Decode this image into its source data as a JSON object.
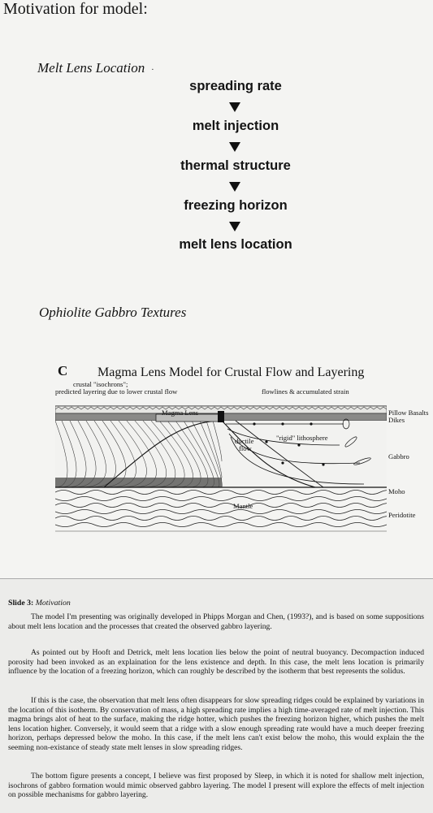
{
  "slide": {
    "title": "Motivation for model:",
    "section1": "Melt Lens Location",
    "section1_mark": "·",
    "flow": [
      "spreading rate",
      "melt injection",
      "thermal structure",
      "freezing horizon",
      "melt lens location"
    ],
    "section2": "Ophiolite Gabbro Textures"
  },
  "figure": {
    "letter": "C",
    "title": "Magma Lens Model for Crustal Flow and Layering",
    "isochrons_label_1": "crustal \"isochrons\";",
    "isochrons_label_2": "predicted layering due to lower crustal flow",
    "flowlines_label": "flowlines & accumulated strain",
    "magma_lens_label": "Magma Lens",
    "ductile_flow_1": "ductile",
    "ductile_flow_2": "flow",
    "rigid_label": "\"rigid\" lithosphere",
    "mantle_label": "Mantle",
    "right_labels": {
      "pillow": "Pillow Basalts",
      "dikes": "Dikes",
      "gabbro": "Gabbro",
      "moho": "Moho",
      "peridotite": "Peridotite"
    }
  },
  "notes": {
    "heading_prefix": "Slide 3: ",
    "heading_italic": "Motivation",
    "paragraphs": [
      "The model I'm presenting was originally developed in Phipps Morgan and Chen, (1993?), and is based on some suppositions about melt lens location and the processes that created the observed gabbro layering.",
      "As pointed out by Hooft and Detrick, melt lens location lies below the point of neutral buoyancy. Decompaction induced porosity had been invoked as an explaination for the lens existence and depth. In this case, the melt lens location is primarily influence by the location of a freezing horizon, which can roughly be described by the isotherm that best represents the solidus.",
      "If this is the case, the observation that melt lens often disappears for slow spreading ridges could be explained by variations in the location of this isotherm. By conservation of mass, a high spreading rate implies a high time-averaged rate of melt injection. This magma brings alot of heat to the surface, making the ridge hotter, which pushes the freezing horizon higher, which pushes the melt lens location higher. Conversely, it would seem that a ridge with a slow enough spreading rate would have a much deeper freezing horizon, perhaps depressed below the moho. In this case, if the melt lens can't exist below the moho, this would explain the the seeming non-existance of steady state melt lenses in slow spreading ridges.",
      "The bottom figure presents a concept, I believe was first proposed by Sleep, in which it is noted for shallow melt injection, isochrons of gabbro formation would mimic observed gabbro layering. The model I present will explore the effects of melt injection on possible mechanisms for gabbro layering."
    ]
  }
}
